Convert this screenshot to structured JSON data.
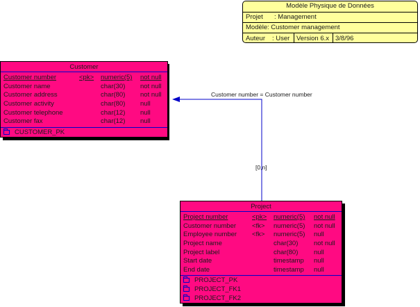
{
  "title_block": {
    "title": "Modèle Physique de Données",
    "project_label": "Projet",
    "project_value": ": Management",
    "model_label": "Modèle",
    "model_value": ": Customer management",
    "author_label": "Auteur",
    "author_value": ": User",
    "version": "Version 6.x",
    "date": "3/8/96"
  },
  "customer": {
    "name": "Customer",
    "columns": [
      {
        "name": "Customer number",
        "key": "<pk>",
        "type": "numeric(5)",
        "nullable": "not null"
      },
      {
        "name": "Customer name",
        "key": "",
        "type": "char(30)",
        "nullable": "not null"
      },
      {
        "name": "Customer address",
        "key": "",
        "type": "char(80)",
        "nullable": "not null"
      },
      {
        "name": "Customer activity",
        "key": "",
        "type": "char(80)",
        "nullable": "null"
      },
      {
        "name": "Customer telephone",
        "key": "",
        "type": "char(12)",
        "nullable": "null"
      },
      {
        "name": "Customer fax",
        "key": "",
        "type": "char(12)",
        "nullable": "null"
      }
    ],
    "keys": [
      "CUSTOMER_PK"
    ]
  },
  "project": {
    "name": "Project",
    "columns": [
      {
        "name": "Project number",
        "key": "<pk>",
        "type": "numeric(5)",
        "nullable": "not null"
      },
      {
        "name": "Customer number",
        "key": "<fk>",
        "type": "numeric(5)",
        "nullable": "not null"
      },
      {
        "name": "Employee number",
        "key": "<fk>",
        "type": "numeric(5)",
        "nullable": "null"
      },
      {
        "name": "Project name",
        "key": "",
        "type": "char(30)",
        "nullable": "not null"
      },
      {
        "name": "Project label",
        "key": "",
        "type": "char(80)",
        "nullable": "null"
      },
      {
        "name": "Start date",
        "key": "",
        "type": "timestamp",
        "nullable": "null"
      },
      {
        "name": "End date",
        "key": "",
        "type": "timestamp",
        "nullable": "null"
      }
    ],
    "keys": [
      "PROJECT_PK",
      "PROJECT_FK1",
      "PROJECT_FK2"
    ]
  },
  "reference": {
    "join_label": "Customer number = Customer number",
    "cardinality": "[0,n]"
  },
  "colors": {
    "entity_fill": "#ff0a82",
    "title_block_fill": "#ffff9c",
    "link": "#0000c8"
  }
}
